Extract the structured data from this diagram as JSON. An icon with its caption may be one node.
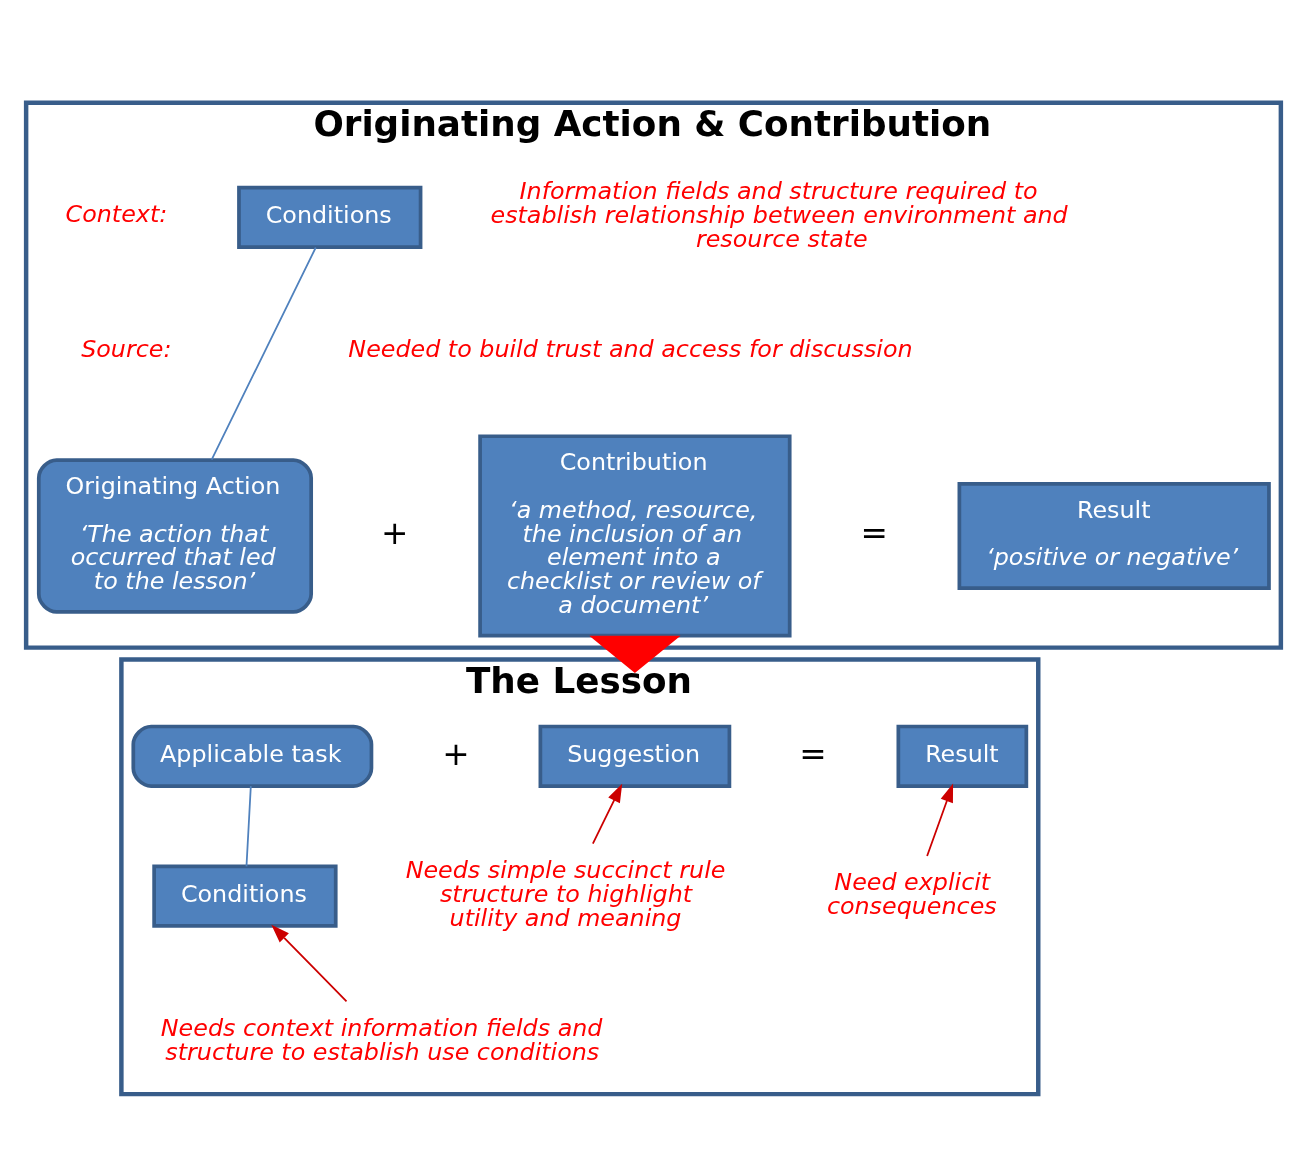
{
  "diagram": {
    "nodes": [
      {
        "text": [
          "Originating Action & Contribution"
        ]
      },
      {
        "text": [
          "Conditions"
        ],
        "in": 0
      },
      {
        "text": [
          "Originating Action",
          "‘The action that occurred that led to the lesson’"
        ],
        "in": 0
      },
      {
        "text": [
          "Contribution",
          "‘a method, resource, the inclusion of an element into a checklist or review of a document’"
        ],
        "in": 0
      },
      {
        "text": [
          "Result",
          "‘positive or negative’"
        ],
        "in": 0
      },
      {
        "text": [
          "The Lesson"
        ]
      },
      {
        "text": [
          "Applicable task"
        ],
        "in": 5
      },
      {
        "text": [
          "Suggestion"
        ],
        "in": 5
      },
      {
        "text": [
          "Result"
        ],
        "in": 5
      },
      {
        "text": [
          "Conditions"
        ],
        "in": 5
      },
      {
        "text": [
          "Needs simple succinct rule structure to highlight utility and meaning"
        ],
        "in": 5
      },
      {
        "text": [
          "Need explicit consequences"
        ],
        "in": 5
      },
      {
        "text": [
          "Needs context information fields and structure to establish use conditions"
        ],
        "in": 5
      }
    ],
    "edges": [
      {
        "from": 1,
        "to": 2,
        "arrow": "none",
        "color": "#4f81bd"
      },
      {
        "from": 0,
        "to": 5,
        "arrow": "to",
        "style": "thick",
        "color": "#ff0000"
      },
      {
        "from": 6,
        "to": 9,
        "arrow": "none",
        "color": "#4f81bd"
      },
      {
        "from": 10,
        "to": 7,
        "arrow": "to",
        "color": "#cc0000"
      },
      {
        "from": 11,
        "to": 8,
        "arrow": "to",
        "color": "#cc0000"
      },
      {
        "from": 12,
        "to": 9,
        "arrow": "to",
        "color": "#cc0000"
      }
    ],
    "labels": [
      "Context:",
      "Information fields and structure required to establish relationship between environment and resource state",
      "Source:",
      "Needed to build trust and access for discussion",
      "+",
      "=",
      "+",
      "="
    ]
  }
}
